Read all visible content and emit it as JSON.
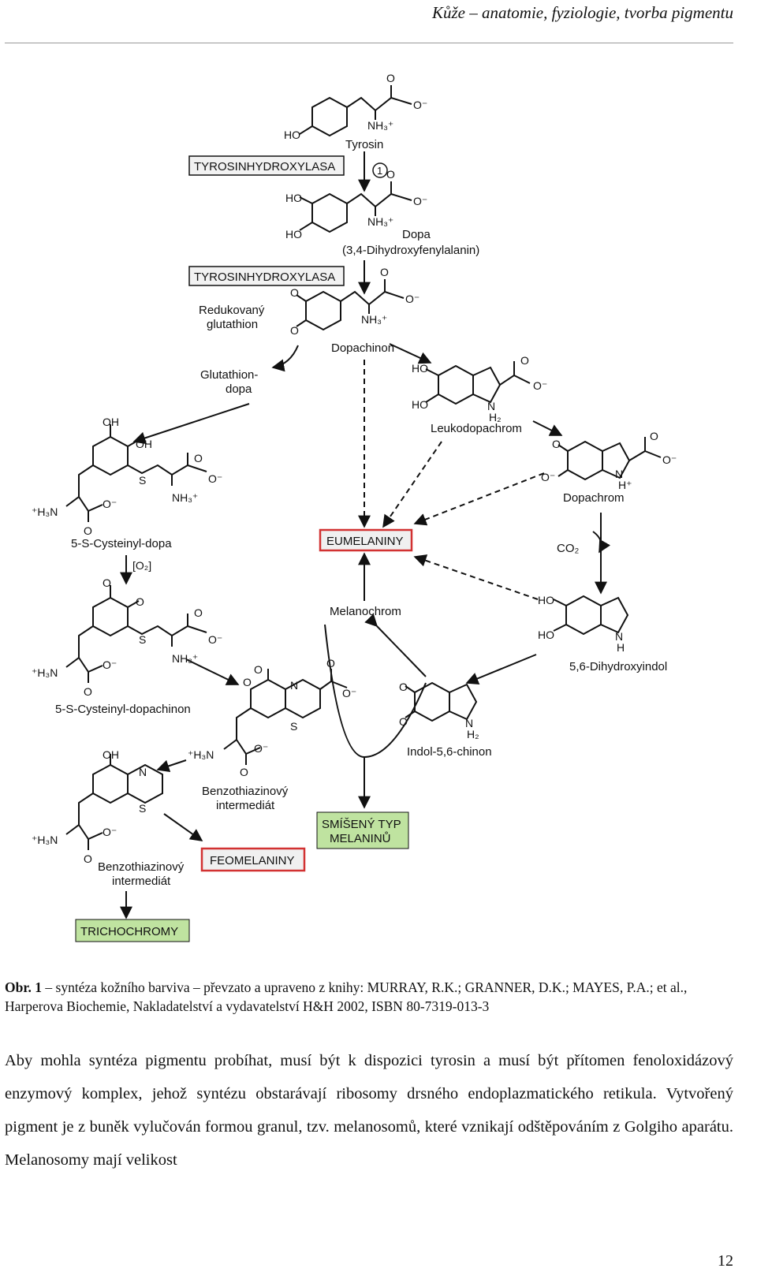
{
  "header": {
    "running_title": "Kůže – anatomie, fyziologie, tvorba pigmentu"
  },
  "diagram": {
    "molecule_labels": {
      "tyrosin": "Tyrosin",
      "dopa": "Dopa",
      "dopa_full": "(3,4-Dihydroxyfenylalanin)",
      "dopachinon": "Dopachinon",
      "leukodopachrom": "Leukodopachrom",
      "dopachrom": "Dopachrom",
      "dihydroxyindol": "5,6-Dihydroxyindol",
      "indolchinon": "Indol-5,6-chinon",
      "melanochrom": "Melanochrom",
      "cysteinyl_dopa": "5-S-Cysteinyl-dopa",
      "cysteinyl_dopachinon": "5-S-Cysteinyl-dopachinon",
      "benzothiazine_1_l1": "Benzothiazinový",
      "benzothiazine_1_l2": "intermediát",
      "benzothiazine_2_l1": "Benzothiazinový",
      "benzothiazine_2_l2": "intermediát",
      "reduced_gsh_l1": "Redukovaný",
      "reduced_gsh_l2": "glutathion",
      "gsh_dopa_l1": "Glutathion-",
      "gsh_dopa_l2": "dopa"
    },
    "enzymes": {
      "enzyme_1": "TYROSINHYDROXYLASA",
      "enzyme_2": "TYROSINHYDROXYLASA",
      "step_number": "1"
    },
    "reagents": {
      "o2": "[O₂]",
      "co2": "CO₂"
    },
    "products": {
      "eumelanin": "EUMELANINY",
      "mixed_l1": "SMÍŠENÝ TYP",
      "mixed_l2": "MELANINŮ",
      "pheomelanin": "FEOMELANINY",
      "trichochrome": "TRICHOCHROMY"
    },
    "atoms": {
      "ho": "HO",
      "oh": "OH",
      "o": "O",
      "o_minus": "O⁻",
      "nh3": "NH₃⁺",
      "h3n": "⁺H₃N",
      "n": "N",
      "s": "S",
      "h": "H",
      "h2": "H₂",
      "h_plus": "H⁺"
    },
    "colors": {
      "red_box": "#d23232",
      "green_box": "#bfe3a0",
      "gray_box": "#f0f0f0"
    }
  },
  "caption": {
    "label": "Obr. 1",
    "text": "– syntéza kožního barviva – převzato a upraveno z knihy: MURRAY, R.K.; GRANNER, D.K.; MAYES, P.A.; et al., Harperova Biochemie, Nakladatelství a vydavatelství H&H 2002, ISBN 80-7319-013-3"
  },
  "body": {
    "paragraph": "Aby mohla syntéza pigmentu probíhat, musí být k dispozici tyrosin a musí být přítomen fenoloxidázový enzymový komplex, jehož syntézu obstarávají ribosomy drsného endoplazmatického retikula. Vytvořený pigment je z buněk vylučován formou granul, tzv. melanosomů, které vznikají odštěpováním z Golgiho aparátu. Melanosomy mají velikost"
  },
  "page_number": "12"
}
